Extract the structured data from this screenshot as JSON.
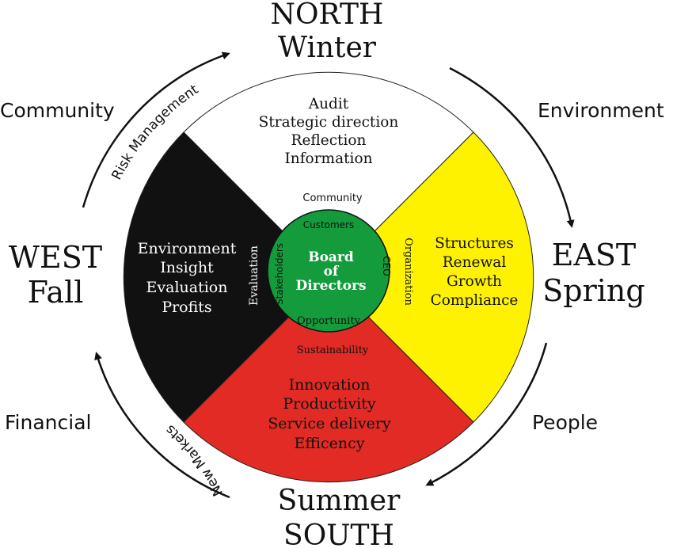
{
  "directions": {
    "north": {
      "direction": "NORTH",
      "season": "Winter"
    },
    "east": {
      "direction": "EAST",
      "season": "Spring"
    },
    "south": {
      "season": "Summer",
      "direction": "SOUTH"
    },
    "west": {
      "direction": "WEST",
      "season": "Fall"
    }
  },
  "outer_labels": {
    "community": "Community",
    "environment": "Environment",
    "people": "People",
    "financial": "Financial"
  },
  "arrow_labels": {
    "risk_management": "Risk Management",
    "new_markets": "New Markets"
  },
  "quadrants": {
    "north": {
      "color": "#ffffff",
      "items": [
        "Audit",
        "Strategic direction",
        "Reflection",
        "Information"
      ]
    },
    "east": {
      "color": "#fff200",
      "items": [
        "Structures",
        "Renewal",
        "Growth",
        "Compliance"
      ]
    },
    "south": {
      "color": "#e12b24",
      "items": [
        "Innovation",
        "Productivity",
        "Service delivery",
        "Efficency"
      ]
    },
    "west": {
      "color": "#111111",
      "items": [
        "Environment",
        "Insight",
        "Evaluation",
        "Profits"
      ]
    }
  },
  "inner_ring": {
    "top": "Community",
    "right": "Organization",
    "bottom": "Sustainability",
    "left": "Evaluation"
  },
  "center": {
    "color": "#149b3c",
    "title_line1": "Board",
    "title_line2": "of",
    "title_line3": "Directors",
    "top": "Customers",
    "right": "CEO",
    "bottom": "Opportunity",
    "left": "Stakeholders"
  }
}
